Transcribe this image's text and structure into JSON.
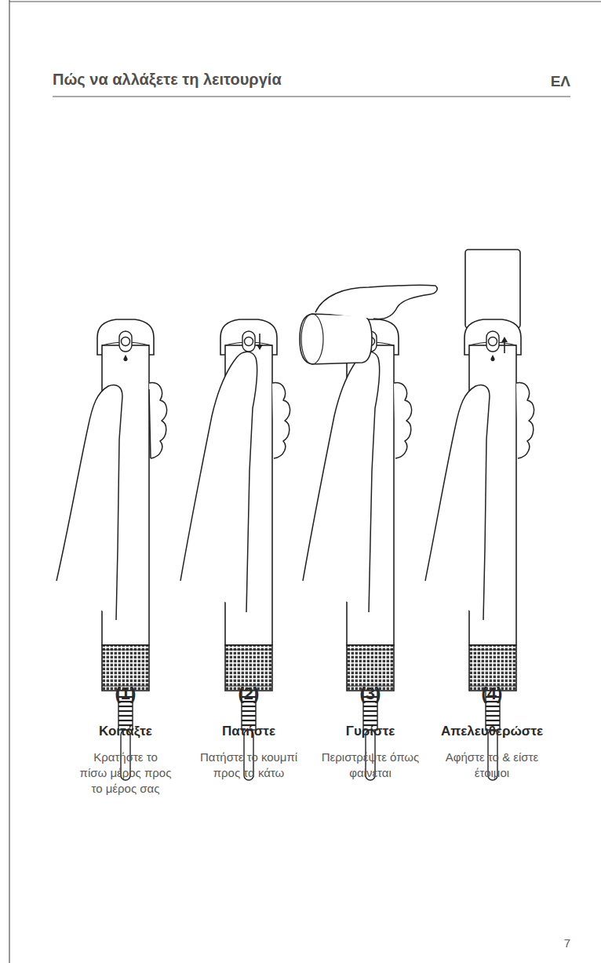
{
  "diagram": {
    "title": "Πώς να αλλάξετε τη λειτουργία",
    "labels": [
      "ΕΛ",
      "(1)",
      "Κοιτάξτε",
      "Κρατήστε το πίσω μέρος προς το μέρος σας",
      "(2)",
      "Πατήστε",
      "Πατήστε το κουμπί προς τα κάτω",
      "(3)",
      "Γυρίστε",
      "Περιστρέψτε όπως φαίνεται",
      "(4)",
      "Απελευθερώστε",
      "Αφήστε το & είστε έτοιμοι",
      "7"
    ]
  }
}
